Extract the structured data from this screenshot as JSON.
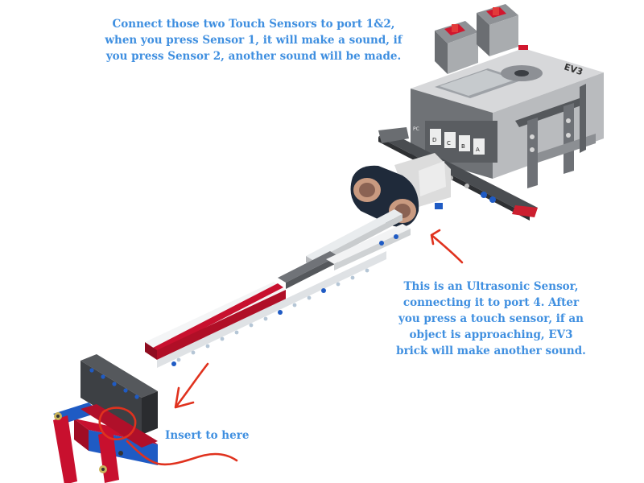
{
  "annotations": {
    "top": [
      "Connect those two Touch Sensors to port 1&2,",
      "when you press Sensor 1, it will make a sound, if",
      "you press Sensor 2, another sound will be made."
    ],
    "ultrasonic": [
      "This is an Ultrasonic Sensor,",
      "connecting it to port 4. After",
      "you press a touch sensor, if  an",
      "object is approaching, EV3",
      "brick will make another sound."
    ],
    "insert": "Insert to here"
  },
  "brick": {
    "logo": "EV3",
    "ports_top": [
      "D",
      "C",
      "B",
      "A"
    ],
    "pc_label": "PC"
  },
  "colors": {
    "annotation_text": "#3f8fe0",
    "pen_red": "#e0321e",
    "lego_red": "#c8102e",
    "lego_blue": "#1e5bc6",
    "lego_grey": "#7a7d80",
    "lego_dark": "#3b3e43"
  }
}
